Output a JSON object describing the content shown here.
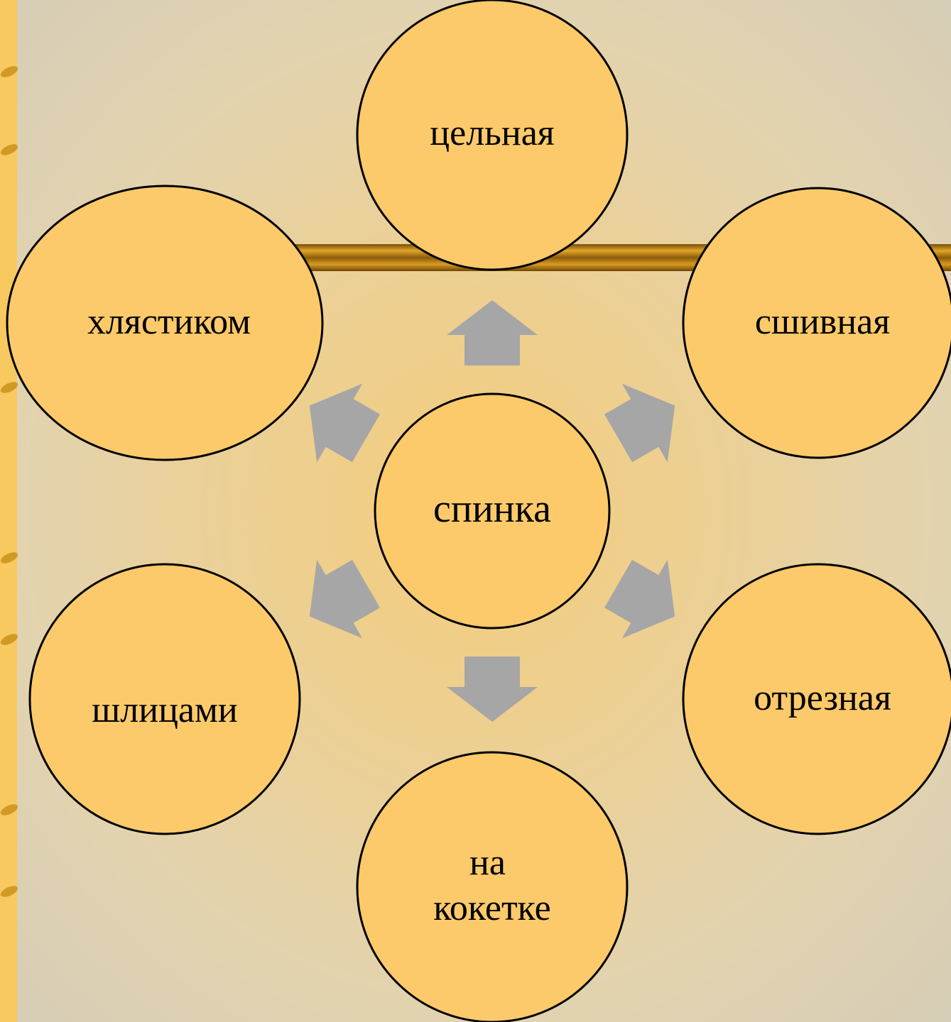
{
  "diagram": {
    "center": "спинка",
    "nodes": [
      "цельная",
      "сшивная",
      "отрезная",
      "на кокетке",
      "шлицами",
      "хлястиком"
    ]
  },
  "colors": {
    "node_fill": "#fcca6a",
    "node_stroke": "#000000",
    "arrow_fill": "#a6a6a6",
    "bar_gold": "#b7861c"
  }
}
